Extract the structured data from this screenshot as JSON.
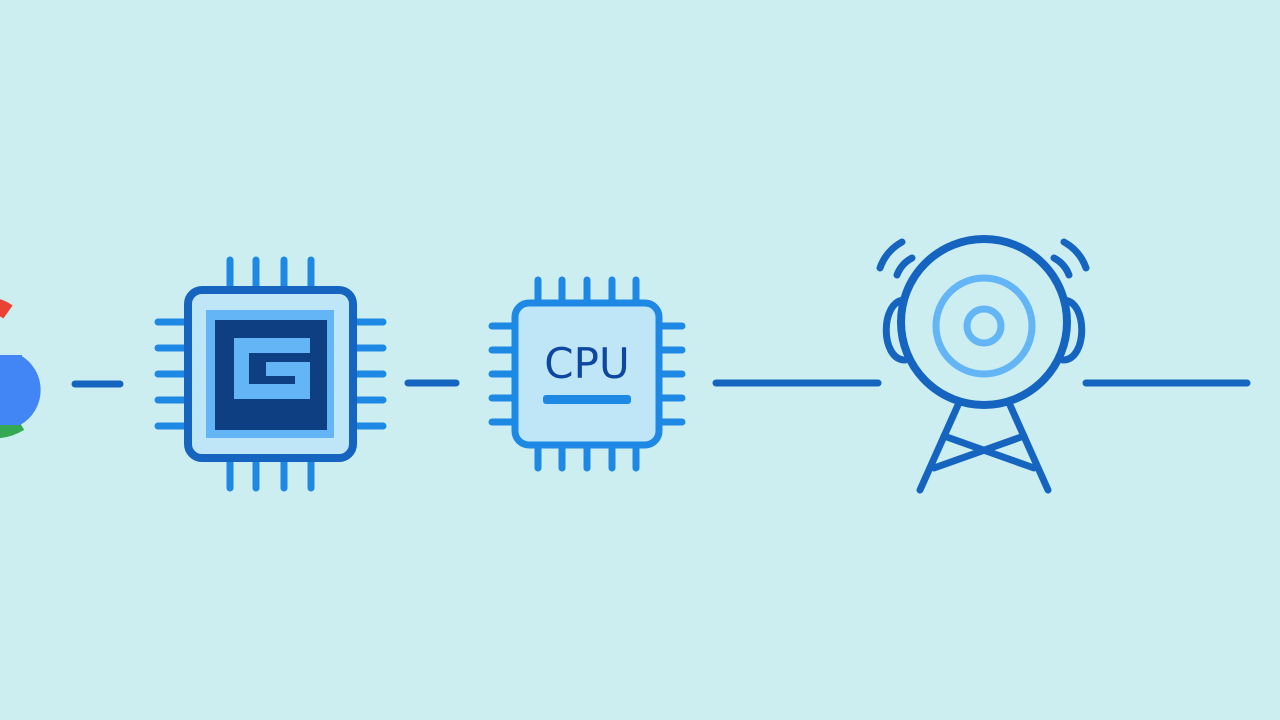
{
  "diagram": {
    "nodes": [
      {
        "id": "google-logo",
        "icon": "google-g-icon"
      },
      {
        "id": "g-chip",
        "icon": "g-chip-icon"
      },
      {
        "id": "cpu-chip",
        "icon": "cpu-chip-icon",
        "label": "CPU"
      },
      {
        "id": "radio-tower",
        "icon": "radio-tower-icon"
      }
    ]
  },
  "colors": {
    "background": "#cdeef0",
    "primary": "#1565c0",
    "accent": "#1e88e5",
    "chip_fill": "#bfe6f7",
    "g_square": "#0d3f82",
    "light_accent": "#64b5f6",
    "google_red": "#ea4335",
    "google_blue": "#4285f4",
    "google_green": "#34a853",
    "google_yellow": "#fbbc05"
  }
}
